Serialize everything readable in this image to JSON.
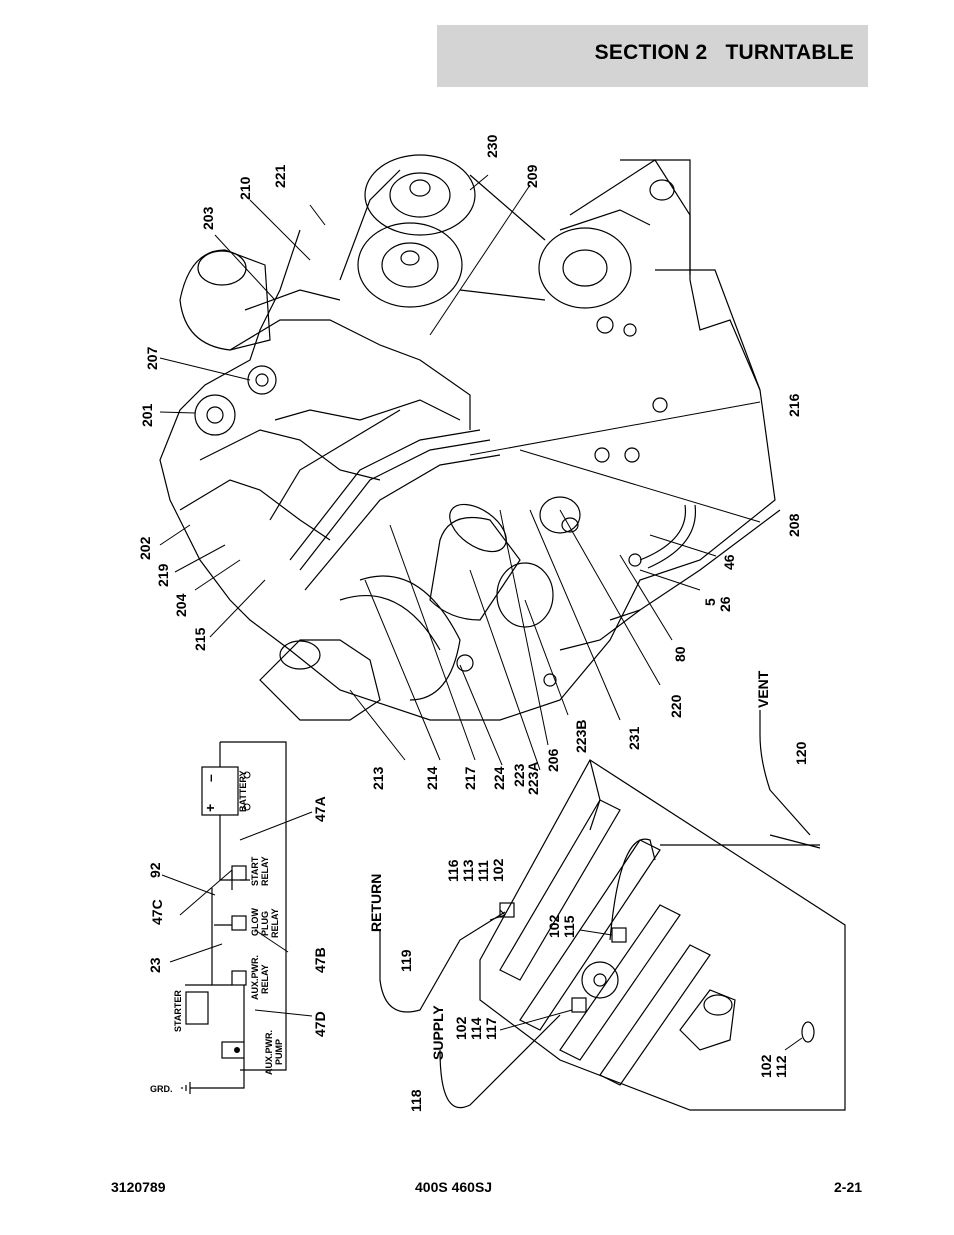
{
  "header": {
    "section": "SECTION 2",
    "title": "TURNTABLE"
  },
  "footer": {
    "doc_number": "3120789",
    "models": "400S 460SJ",
    "page": "2-21"
  },
  "diagram": {
    "callouts": {
      "c230": "230",
      "c209": "209",
      "c221": "221",
      "c210": "210",
      "c203": "203",
      "c207": "207",
      "c201": "201",
      "c216": "216",
      "c208": "208",
      "c202": "202",
      "c219": "219",
      "c204": "204",
      "c215": "215",
      "c46": "46",
      "c5": "5",
      "c26": "26",
      "c80": "80",
      "c220": "220",
      "c231": "231",
      "c223b": "223B",
      "c206": "206",
      "c223": "223",
      "c223a": "223A",
      "c224": "224",
      "c217": "217",
      "c214": "214",
      "c213": "213",
      "c120": "120",
      "c47a": "47A",
      "c92": "92",
      "c47c": "47C",
      "c23": "23",
      "c47b": "47B",
      "c47d": "47D",
      "c116": "116",
      "c113": "113",
      "c111": "111",
      "c102a": "102",
      "c102b": "102",
      "c115": "115",
      "c119": "119",
      "c102c": "102",
      "c114": "114",
      "c117": "117",
      "c118": "118",
      "c102d": "102",
      "c112": "112"
    },
    "line_labels": {
      "vent": "VENT",
      "return": "RETURN",
      "supply": "SUPPLY"
    },
    "wiring_labels": {
      "battery": "BATTERY",
      "plus": "+",
      "minus": "–",
      "start_relay_1": "START",
      "start_relay_2": "RELAY",
      "glow_1": "GLOW",
      "glow_2": "PLUG",
      "glow_3": "RELAY",
      "aux_relay_1": "AUX.PWR.",
      "aux_relay_2": "RELAY",
      "starter": "STARTER",
      "aux_pump_1": "AUX.PWR.",
      "aux_pump_2": "PUMP",
      "ground": "GRD."
    }
  }
}
